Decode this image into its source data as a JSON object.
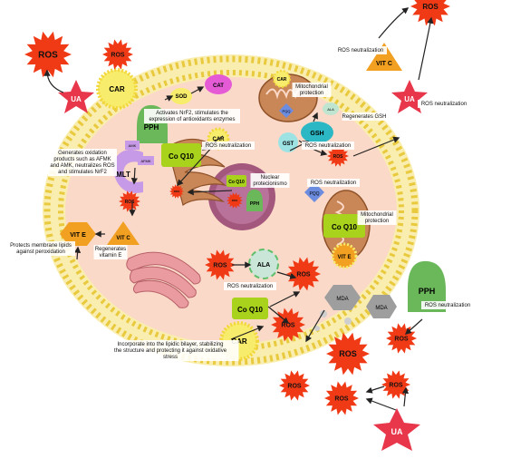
{
  "molecules": {
    "ros": "ROS",
    "ua": "UA",
    "car": "CAR",
    "vit_c": "VIT C",
    "vit_e": "VIT E",
    "pph": "PPH",
    "sod": "SOD",
    "cat": "CAT",
    "co_q10": "Co Q10",
    "mlt": "MLT",
    "amk": "AMK",
    "afmk": "AFMK",
    "gst": "GST",
    "gsh": "GSH",
    "pqq": "PQQ",
    "ala": "ALA",
    "mda": "MDA"
  },
  "annotations": {
    "ros_neutralization": "ROS neutralization",
    "activates_nrf2": "Activates NrF2, stimulates the expression of antioxidants enzymes",
    "mitochondrial_protection": "Mitochondrial protection",
    "regenerates_gsh": "Regenerates GSH",
    "generates_oxidation": "Generates oxidation products such as AFMK and AMK, neutralizes ROS and stimulates NrF2",
    "nuclear_protection": "Nuclear protecionismo",
    "protects_membrane": "Protects membrane lipids against peroxidation",
    "regenerates_vit_e": "Regenerates vitamin E",
    "incorporate": "Incorporate into the lipidic bilayer, stabilizing the structure and protecting it against oxidative stress"
  },
  "colors": {
    "cytoplasm": "#fbd9c8",
    "membrane_head": "#f4e06d",
    "ros_burst": "#f03a16",
    "ua_star": "#e8364a",
    "vit_triangle": "#f2a022",
    "pph_green": "#6bb85a",
    "coq10_green": "#a8d21c",
    "gsh_teal": "#2bb7c3",
    "mlt_purple": "#c69ae6",
    "nucleus_purple": "#a3577c",
    "mito_brown": "#c98757",
    "golgi_pink": "#ea9ba0",
    "mda_gray": "#9e9e9e",
    "cat_magenta": "#e45bd5"
  }
}
